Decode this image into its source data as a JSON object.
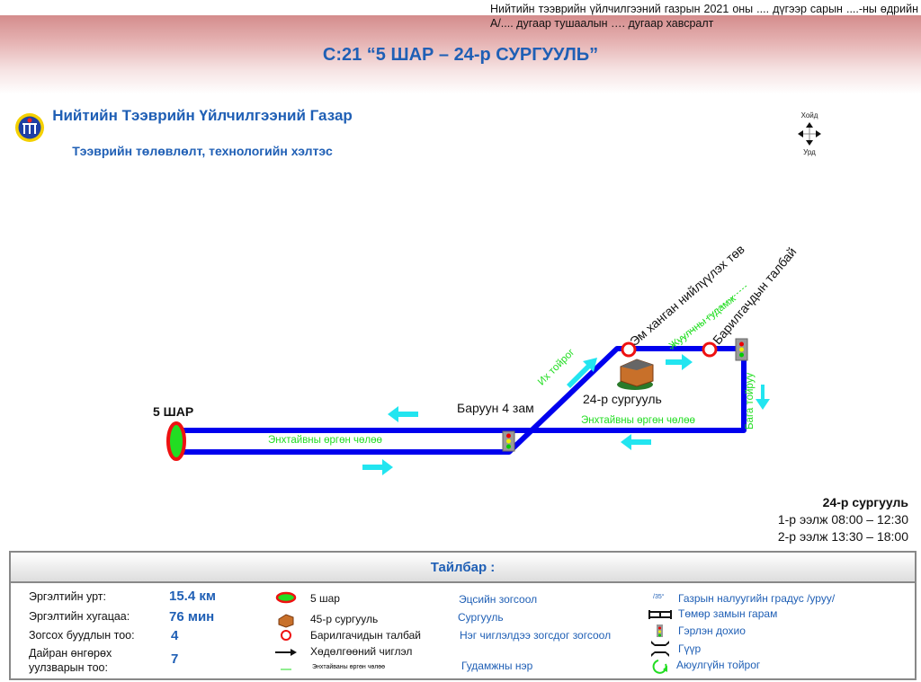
{
  "header": {
    "order_note": "Нийтийн тээврийн үйлчилгээний газрын 2021 оны .... дүгээр  сарын ....-ны өдрийн А/.... дугаар тушаалын …. дугаар хавсралт",
    "title": "С:21 “5 ШАР – 24-р СУРГУУЛЬ”"
  },
  "org": {
    "name": "Нийтийн Тээврийн Үйлчилгээний Газар",
    "department": "Тээврийн төлөвлөлт, технологийн хэлтэс"
  },
  "compass": {
    "north": "Хойд",
    "south": "Урд"
  },
  "map": {
    "terminal": "5 ШАР",
    "stop_baruun": "Баруун 4 зам",
    "stop_em": "Эм ханган нийлүүлэх төв",
    "stop_baril": "Барилгачдын талбай",
    "school": "24-р сургууль",
    "street_main_1": "Энхтайвны өргөн чөлөө",
    "street_main_2": "Энхтайвны өргөн чөлөө",
    "street_ikh": "Их тойрог",
    "street_jul": "Жуулчны гудамж",
    "street_baga": "Бага тойруу",
    "colors": {
      "route": "#0000ee",
      "arrow": "#22e5f0",
      "street": "#22dd22",
      "stop": "#ee1111"
    }
  },
  "schedule": {
    "title": "24-р сургууль",
    "shift1": "1-р ээлж 08:00 – 12:30",
    "shift2": "2-р ээлж 13:30 – 18:00"
  },
  "legend": {
    "title": "Тайлбар :",
    "stats": [
      {
        "label": "Эргэлтийн урт:",
        "value": "15.4 км"
      },
      {
        "label": "Эргэлтийн хугацаа:",
        "value": "76 мин"
      },
      {
        "label": "Зогсох буудлын тоо:",
        "value": "4"
      },
      {
        "label": "Дайран өнгөрөх уулзварын тоо:",
        "value": "7"
      }
    ],
    "symbols": [
      "5 шар",
      "45-р сургууль",
      "Барилгачидын талбай",
      "Хөдөлгөөний чиглэл",
      "Энхтайваны өргөн чөлөө"
    ],
    "meanings": [
      "Эцсийн зогсоол",
      "Сургууль",
      "Нэг чиглэлдээ зогсдог зогсоол",
      "Гудамжны нэр"
    ],
    "right": [
      "Газрын налуугийн градус /уруу/",
      "Төмөр замын гарам",
      "Гэрлэн дохио",
      "Гүүр",
      "Аюулгүйн тойрог"
    ],
    "slope_icon": "/35°"
  }
}
